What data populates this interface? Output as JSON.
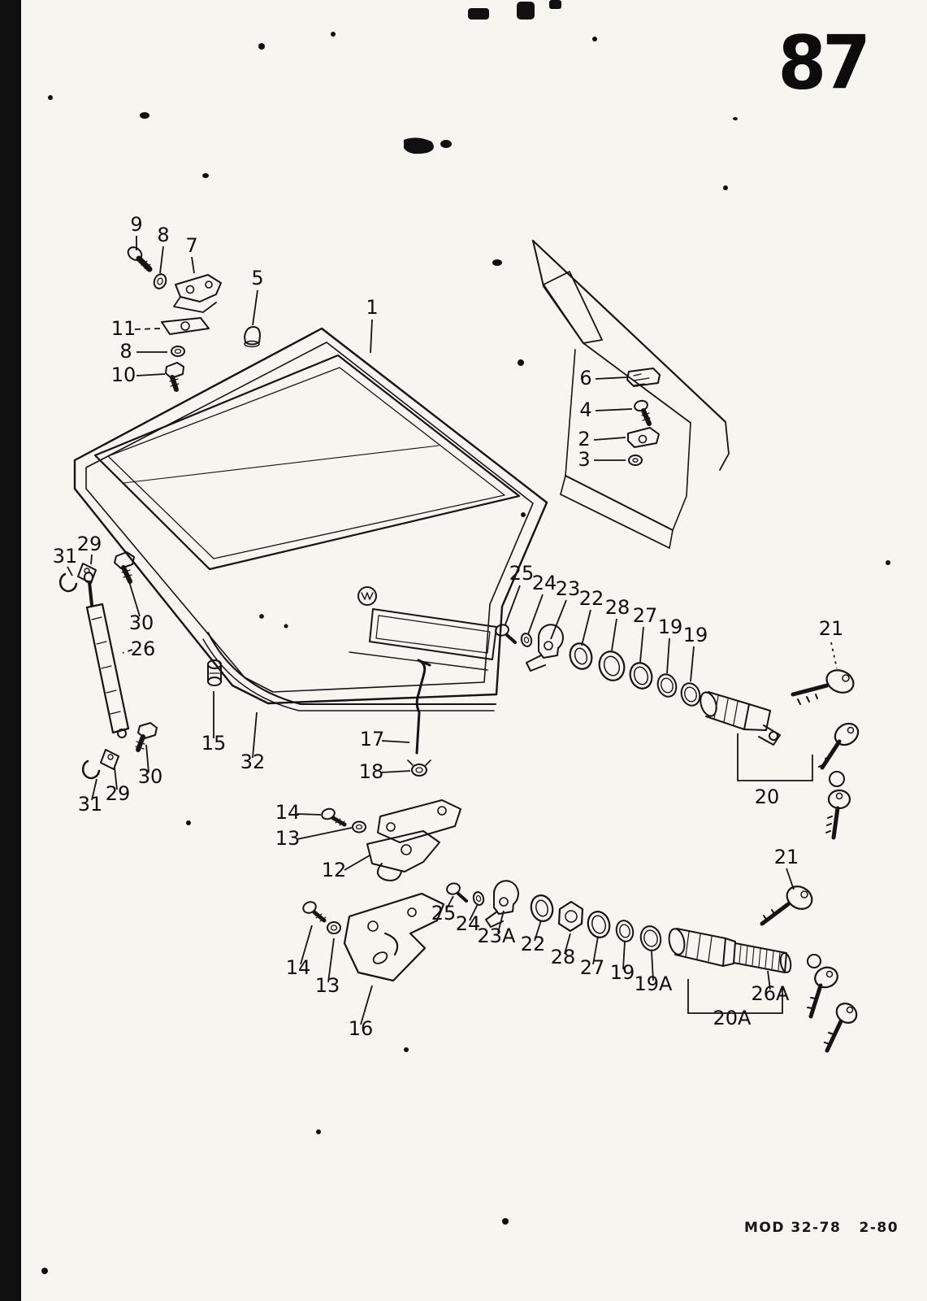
{
  "page": {
    "number": "87",
    "footer": "MOD 32-78   2-80"
  },
  "callouts": [
    {
      "label": "9"
    },
    {
      "label": "8"
    },
    {
      "label": "7"
    },
    {
      "label": "5"
    },
    {
      "label": "1"
    },
    {
      "label": "11"
    },
    {
      "label": "8"
    },
    {
      "label": "10"
    },
    {
      "label": "6"
    },
    {
      "label": "4"
    },
    {
      "label": "2"
    },
    {
      "label": "3"
    },
    {
      "label": "31"
    },
    {
      "label": "29"
    },
    {
      "label": "30"
    },
    {
      "label": "26"
    },
    {
      "label": "25"
    },
    {
      "label": "24"
    },
    {
      "label": "23"
    },
    {
      "label": "22"
    },
    {
      "label": "28"
    },
    {
      "label": "27"
    },
    {
      "label": "19"
    },
    {
      "label": "19"
    },
    {
      "label": "21"
    },
    {
      "label": "15"
    },
    {
      "label": "17"
    },
    {
      "label": "32"
    },
    {
      "label": "18"
    },
    {
      "label": "31"
    },
    {
      "label": "29"
    },
    {
      "label": "30"
    },
    {
      "label": "14"
    },
    {
      "label": "13"
    },
    {
      "label": "20"
    },
    {
      "label": "12"
    },
    {
      "label": "25"
    },
    {
      "label": "24"
    },
    {
      "label": "23A"
    },
    {
      "label": "22"
    },
    {
      "label": "28"
    },
    {
      "label": "27"
    },
    {
      "label": "19"
    },
    {
      "label": "19A"
    },
    {
      "label": "21"
    },
    {
      "label": "14"
    },
    {
      "label": "13"
    },
    {
      "label": "16"
    },
    {
      "label": "26A"
    },
    {
      "label": "20A"
    }
  ]
}
